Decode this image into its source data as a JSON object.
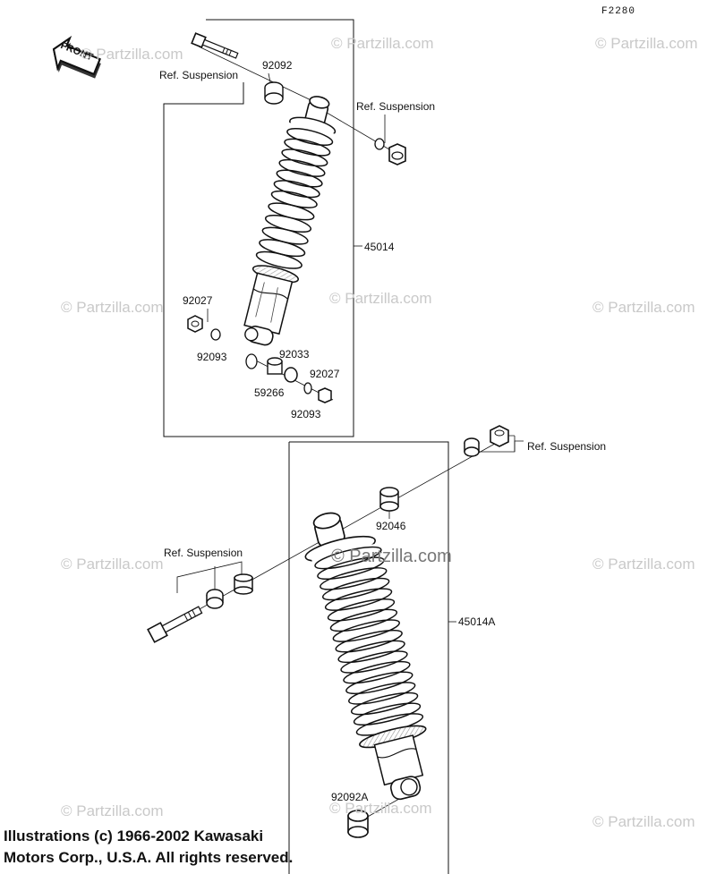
{
  "diagram": {
    "figure_code": "F2280",
    "front_label": "FRONT",
    "callouts": {
      "ref_top_left": "Ref. Suspension",
      "ref_top_right": "Ref. Suspension",
      "ref_lower_right": "Ref. Suspension",
      "ref_lower_left": "Ref. Suspension",
      "p92092": "92092",
      "p45014": "45014",
      "p92027_left": "92027",
      "p92093_left": "92093",
      "p92033": "92033",
      "p59266": "59266",
      "p92027_right": "92027",
      "p92093_right": "92093",
      "p92046": "92046",
      "p45014A": "45014A",
      "p92092A": "92092A"
    },
    "watermark": "© Partzilla.com",
    "copyright_line1": "Illustrations (c) 1966-2002 Kawasaki",
    "copyright_line2": "Motors Corp., U.S.A.  All rights reserved."
  }
}
